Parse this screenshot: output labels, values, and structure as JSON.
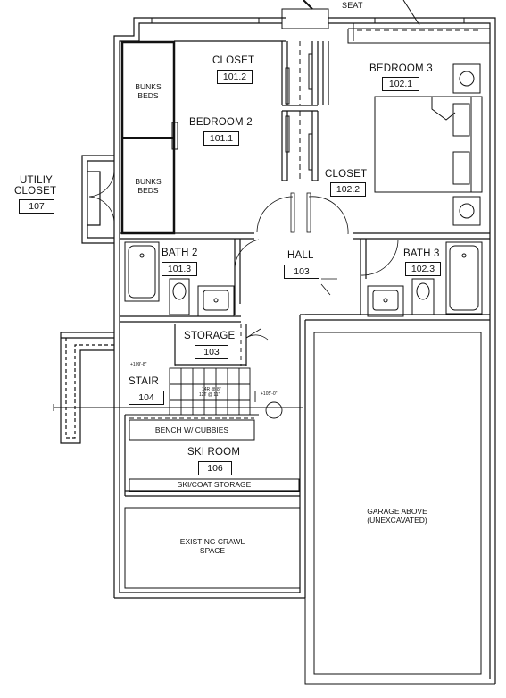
{
  "top_label": "SEAT",
  "rooms": {
    "closet_101_2": {
      "name": "CLOSET",
      "number": "101.2"
    },
    "bedroom_2": {
      "name": "BEDROOM 2",
      "number": "101.1"
    },
    "bedroom_3": {
      "name": "BEDROOM 3",
      "number": "102.1"
    },
    "closet_102_2": {
      "name": "CLOSET",
      "number": "102.2"
    },
    "utility_closet": {
      "name_line1": "UTILIY",
      "name_line2": "CLOSET",
      "number": "107"
    },
    "bath_2": {
      "name": "BATH 2",
      "number": "101.3"
    },
    "hall": {
      "name": "HALL",
      "number": "103"
    },
    "bath_3": {
      "name": "BATH 3",
      "number": "102.3"
    },
    "storage": {
      "name": "STORAGE",
      "number": "103"
    },
    "stair": {
      "name": "STAIR",
      "number": "104"
    },
    "ski_room": {
      "name": "SKI ROOM",
      "number": "106"
    }
  },
  "fixtures": {
    "bunk_top": {
      "line1": "BUNKS",
      "line2": "BEDS"
    },
    "bunk_bottom": {
      "line1": "BUNKS",
      "line2": "BEDS"
    },
    "bench": "BENCH W/ CUBBIES",
    "ski_storage": "SKI/COAT STORAGE"
  },
  "areas": {
    "crawl_space": {
      "line1": "EXISTING CRAWL",
      "line2": "SPACE"
    },
    "garage": {
      "line1": "GARAGE ABOVE",
      "line2": "(UNEXCAVATED)"
    }
  },
  "stair_notes": {
    "elev_left": "+109'-8\"",
    "elev_right": "+105'-0\"",
    "riser_line1": "14R @ 8\"",
    "riser_line2": "12T @ 11\""
  }
}
